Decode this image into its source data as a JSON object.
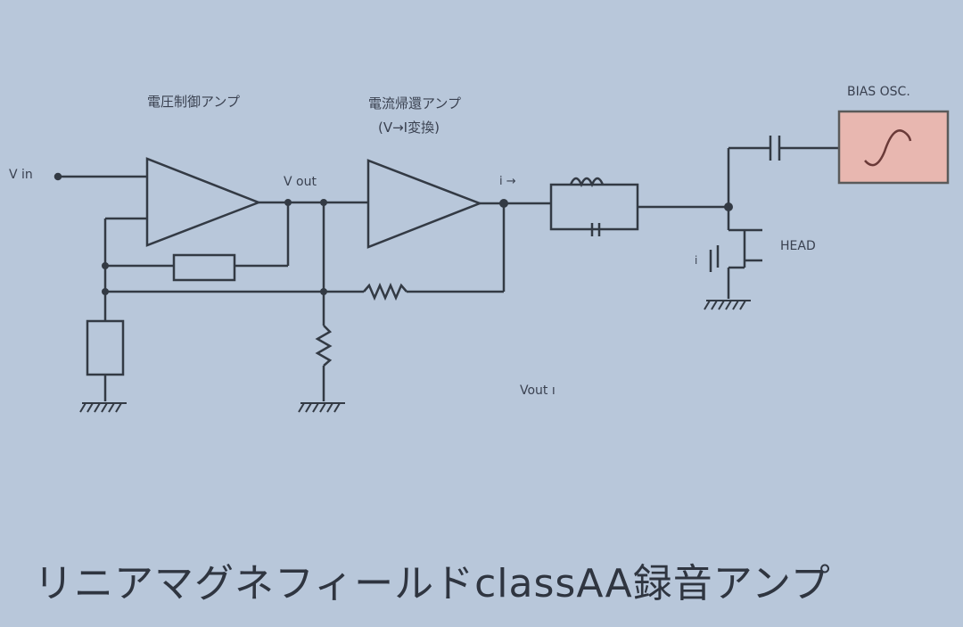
{
  "labels": {
    "amp1": "電圧制御アンプ",
    "amp2": "電流帰還アンプ",
    "amp2_sub": "(V→I変換)",
    "vin": "V in",
    "vout": "V out",
    "current": "i →",
    "head": "HEAD",
    "bias": "BIAS OSC.",
    "i_small": "i",
    "vout_bottom": "Vout ı"
  },
  "title": "リニアマグネフィールドclassAA録音アンプ",
  "colors": {
    "background": "#b8c7da",
    "line": "#333a44",
    "oscillator_fill": "#e8b7b0"
  }
}
